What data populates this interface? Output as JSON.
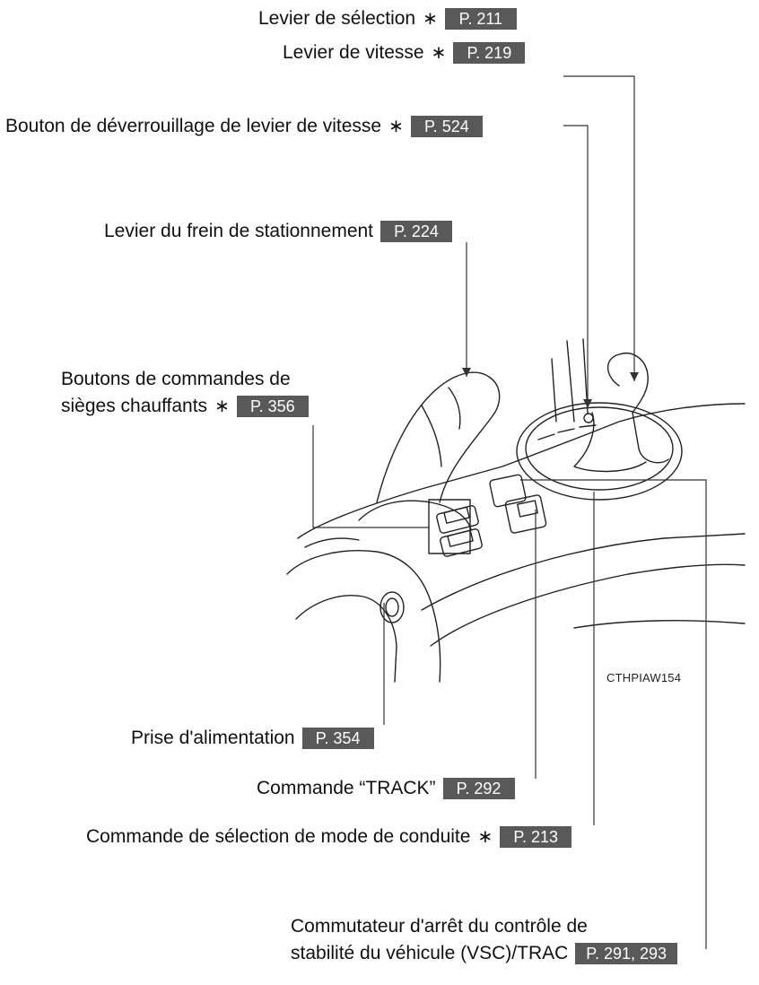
{
  "callouts": {
    "selection_lever": {
      "label": "Levier de sélection",
      "star": "∗",
      "page": "P. 211"
    },
    "shift_lever": {
      "label": "Levier de vitesse",
      "star": "∗",
      "page": "P. 219"
    },
    "shift_lock_release": {
      "label": "Bouton de déverrouillage de levier de vitesse",
      "star": "∗",
      "page": "P. 524"
    },
    "parking_brake": {
      "label": "Levier du frein de stationnement",
      "page": "P. 224"
    },
    "seat_heater": {
      "line1": "Boutons de commandes de",
      "line2": "sièges chauffants",
      "star": "∗",
      "page": "P. 356"
    },
    "power_outlet": {
      "label": "Prise d'alimentation",
      "page": "P. 354"
    },
    "track_switch": {
      "label": "Commande “TRACK”",
      "page": "P. 292"
    },
    "drive_mode": {
      "label": "Commande de sélection de mode de conduite",
      "star": "∗",
      "page": "P. 213"
    },
    "vsc_off": {
      "line1": "Commutateur d'arrêt du contrôle de",
      "line2": "stabilité du véhicule (VSC)/TRAC",
      "page": "P. 291, 293"
    }
  },
  "figure_code": "CTHPIAW154"
}
